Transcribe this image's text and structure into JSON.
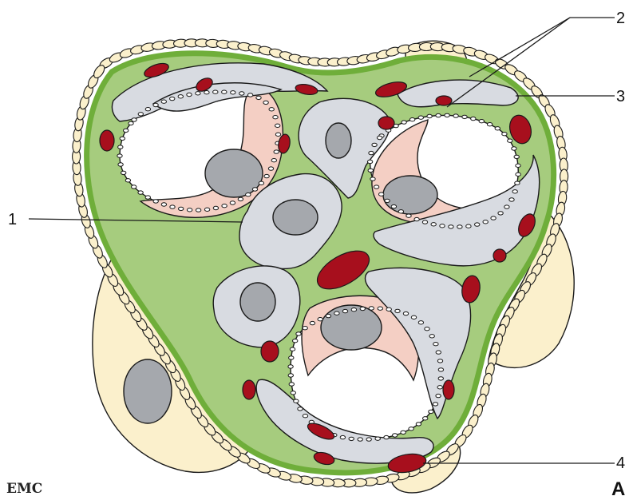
{
  "labels": {
    "one": "1",
    "two": "2",
    "three": "3",
    "four": "4",
    "panel": "A",
    "logo": "EMC"
  },
  "colors": {
    "matrix": "#a6cc7e",
    "basement_membrane": "#6fae3a",
    "endothelium": "#d3d7de",
    "podocyte_cell": "#fbf0cc",
    "capillary_lumen": "#ffffff",
    "erythrocyte": "#a70f1d",
    "nucleus": "#a5a8ad",
    "mesangial_cell": "#d8dbe1",
    "endothelial_cytoplasm": "#f4cfc4",
    "outline": "#1a1a1a"
  }
}
